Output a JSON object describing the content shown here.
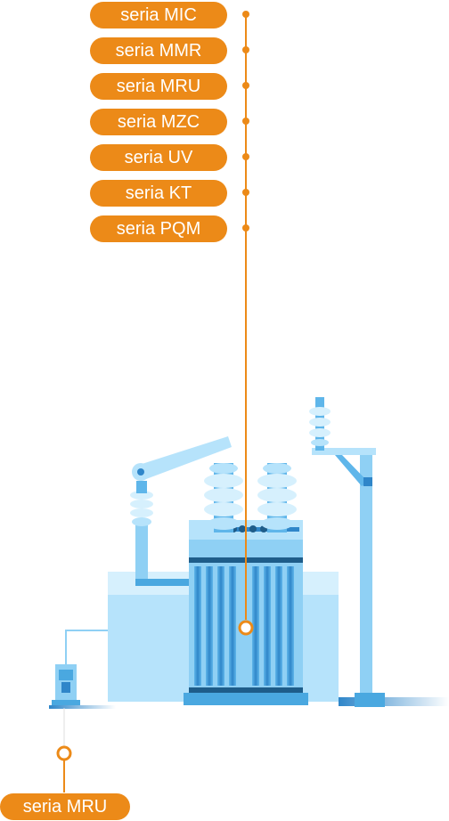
{
  "series_buttons": [
    {
      "label": "seria MIC"
    },
    {
      "label": "seria MMR"
    },
    {
      "label": "seria MRU"
    },
    {
      "label": "seria MZC"
    },
    {
      "label": "seria UV"
    },
    {
      "label": "seria KT"
    },
    {
      "label": "seria PQM"
    }
  ],
  "ground_button": {
    "label": "seria MRU"
  },
  "colors": {
    "accent": "#ec8a18",
    "body_light": "#b6e3fb",
    "body_mid": "#8fd0f4",
    "body_dark": "#4aa8e0",
    "fins": "#2f86c9",
    "dark_band": "#1e5d8a"
  }
}
